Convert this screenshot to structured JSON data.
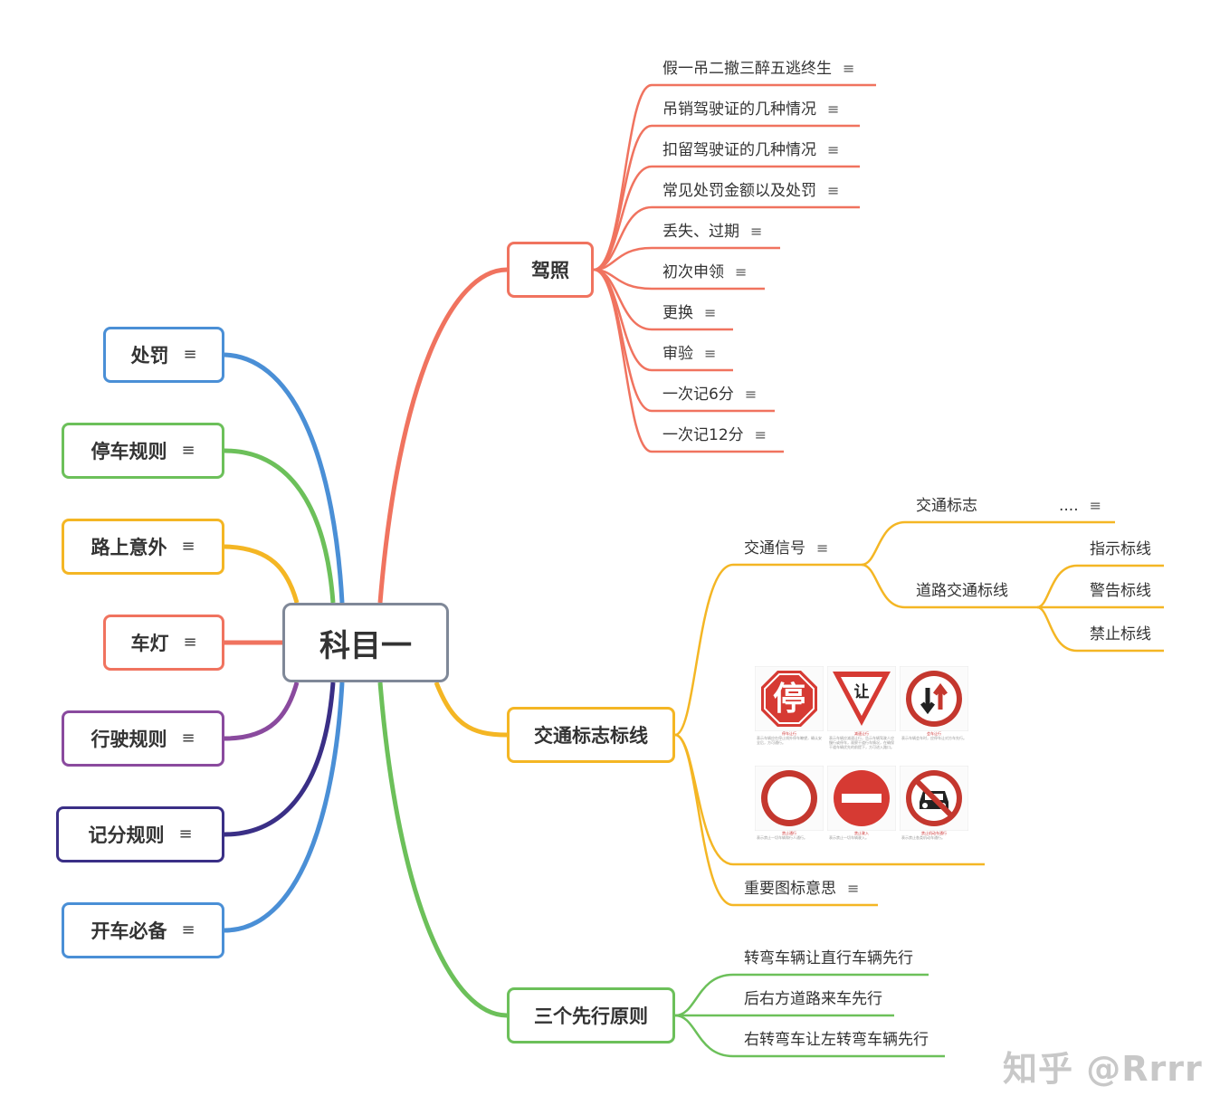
{
  "root": {
    "label": "科目一"
  },
  "note_icon": "≡",
  "colors": {
    "red": "#f0735f",
    "orange": "#f4b624",
    "green": "#6cc05a",
    "blue": "#4a8fd6",
    "purple": "#8a4a9e",
    "indigo": "#3a2f86",
    "gray": "#7f8898"
  },
  "left_topics": [
    {
      "label": "处罚",
      "color": "#4a8fd6"
    },
    {
      "label": "停车规则",
      "color": "#6cc05a"
    },
    {
      "label": "路上意外",
      "color": "#f4b624"
    },
    {
      "label": "车灯",
      "color": "#f0735f"
    },
    {
      "label": "行驶规则",
      "color": "#8a4a9e"
    },
    {
      "label": "记分规则",
      "color": "#3a2f86"
    },
    {
      "label": "开车必备",
      "color": "#4a8fd6"
    }
  ],
  "right_topics": {
    "license": {
      "label": "驾照",
      "children": [
        "假一吊二撤三醉五逃终生",
        "吊销驾驶证的几种情况",
        "扣留驾驶证的几种情况",
        "常见处罚金额以及处罚",
        "丢失、过期",
        "初次申领",
        "更换",
        "审验",
        "一次记6分",
        "一次记12分"
      ]
    },
    "signs": {
      "label": "交通标志标线",
      "signal": {
        "label": "交通信号",
        "traffic_sign": {
          "label": "交通标志",
          "ellipsis": "...."
        },
        "road_marking": {
          "label": "道路交通标线",
          "children": [
            "指示标线",
            "警告标线",
            "禁止标线"
          ]
        }
      },
      "important_icons": "重要图标意思",
      "sign_images": [
        {
          "glyph": "停",
          "caption_title": "停车让行",
          "caption": "表示车辆应在停止线外停车瞭望，确认安全后，方可通行。"
        },
        {
          "glyph": "让",
          "caption_title": "减速让行",
          "caption": "表示车辆应减速让行，告示车辆驾驶人应慢行或停车，观察干道行车情况，在确保干道车辆优先的前提下，方可进入路口。"
        },
        {
          "glyph": "↓↑",
          "caption_title": "会车让行",
          "caption": "表示车辆会车时，应停车让对方车先行。"
        },
        {
          "glyph": "",
          "caption_title": "禁止通行",
          "caption": "表示禁止一切车辆和行人通行。"
        },
        {
          "glyph": "",
          "caption_title": "禁止驶入",
          "caption": "表示禁止一切车辆驶入。"
        },
        {
          "glyph": "",
          "caption_title": "禁止机动车通行",
          "caption": "表示禁止各类机动车通行。"
        }
      ]
    },
    "priority": {
      "label": "三个先行原则",
      "children": [
        "转弯车辆让直行车辆先行",
        "后右方道路来车先行",
        "右转弯车让左转弯车辆先行"
      ]
    }
  },
  "watermark": "知乎 @Rrrr"
}
